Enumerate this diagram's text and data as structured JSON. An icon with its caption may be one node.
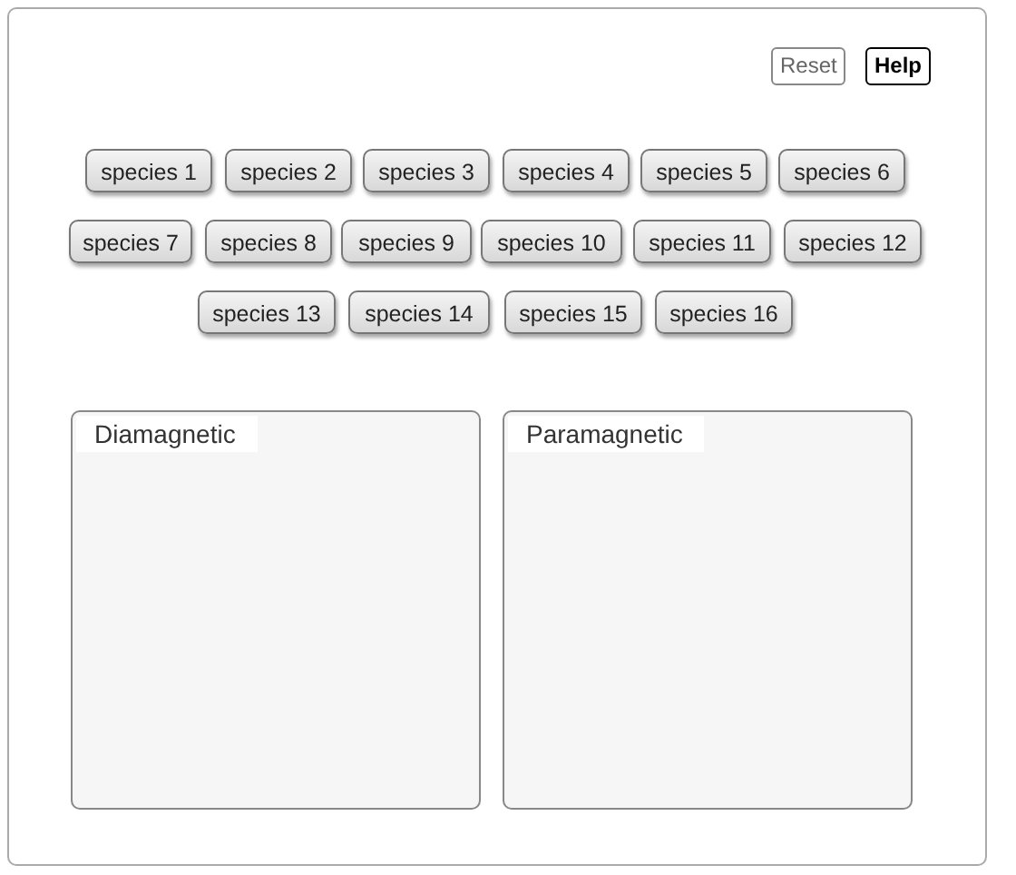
{
  "diagram": {
    "nodes": [
      {
        "text": [
          "species 1"
        ]
      },
      {
        "text": [
          "species 2"
        ]
      },
      {
        "text": [
          "species 3"
        ]
      },
      {
        "text": [
          "species 4"
        ]
      },
      {
        "text": [
          "species 5"
        ]
      },
      {
        "text": [
          "species 6"
        ]
      },
      {
        "text": [
          "species 7"
        ]
      },
      {
        "text": [
          "species 8"
        ]
      },
      {
        "text": [
          "species 9"
        ]
      },
      {
        "text": [
          "species 10"
        ]
      },
      {
        "text": [
          "species 11"
        ]
      },
      {
        "text": [
          "species 12"
        ]
      },
      {
        "text": [
          "species 13"
        ]
      },
      {
        "text": [
          "species 14"
        ]
      },
      {
        "text": [
          "species 15"
        ]
      },
      {
        "text": [
          "species 16"
        ]
      },
      {
        "text": [
          "Diamagnetic"
        ]
      },
      {
        "text": [
          "Paramagnetic"
        ]
      }
    ],
    "edges": [],
    "labels": [
      "Reset",
      "Help"
    ]
  }
}
